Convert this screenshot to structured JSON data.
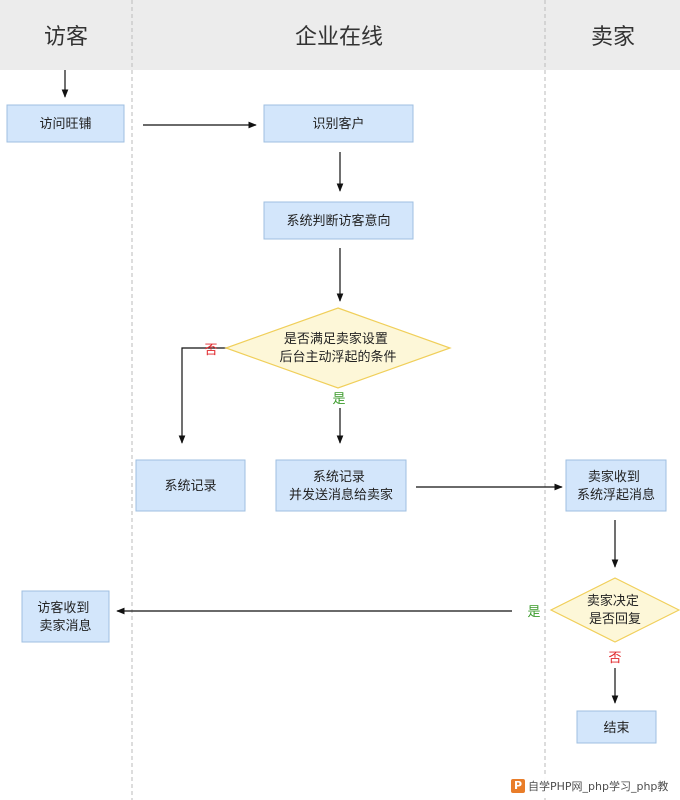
{
  "lanes": {
    "visitor": "访客",
    "enterprise": "企业在线",
    "seller": "卖家"
  },
  "nodes": {
    "visit_shop": "访问旺铺",
    "identify_customer": "识别客户",
    "judge_intent": [
      "系统判断访客意向"
    ],
    "condition": [
      "是否满足卖家设置",
      "后台主动浮起的条件"
    ],
    "record_only": [
      "系统记录"
    ],
    "record_and_send": [
      "系统记录",
      "并发送消息给卖家"
    ],
    "seller_receive": [
      "卖家收到",
      "系统浮起消息"
    ],
    "seller_decide": [
      "卖家决定",
      "是否回复"
    ],
    "visitor_receive": [
      "访客收到",
      "卖家消息"
    ],
    "end": [
      "结束"
    ]
  },
  "labels": {
    "no_1": "否",
    "yes_1": "是",
    "yes_2": "是",
    "no_2": "否"
  },
  "colors": {
    "node_fill": "#d3e6fb",
    "node_stroke": "#9fbfe0",
    "decision_fill": "#fdf7d8",
    "decision_stroke": "#f0cf5a",
    "header_fill": "#ececec",
    "yes_color": "#3a9a2a",
    "no_color": "#e0262a",
    "lane_divider": "#bbbbbb"
  },
  "watermark": {
    "logo": "P",
    "text": "自学PHP网_php学习_php教"
  }
}
